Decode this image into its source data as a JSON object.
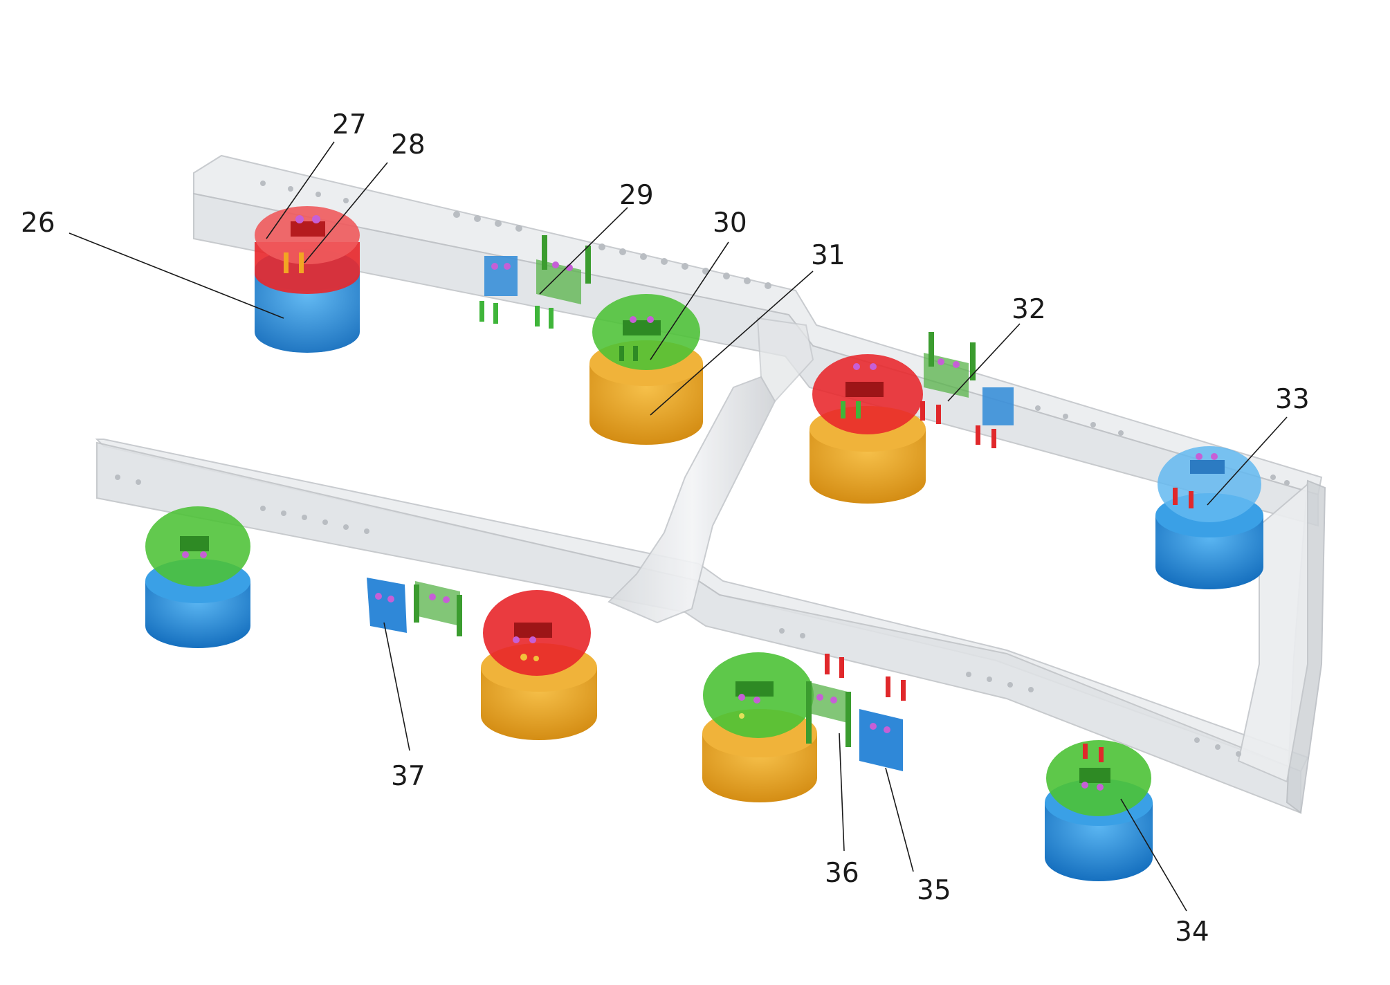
{
  "callouts": [
    {
      "id": "26",
      "label": "26"
    },
    {
      "id": "27",
      "label": "27"
    },
    {
      "id": "28",
      "label": "28"
    },
    {
      "id": "29",
      "label": "29"
    },
    {
      "id": "30",
      "label": "30"
    },
    {
      "id": "31",
      "label": "31"
    },
    {
      "id": "32",
      "label": "32"
    },
    {
      "id": "33",
      "label": "33"
    },
    {
      "id": "34",
      "label": "34"
    },
    {
      "id": "35",
      "label": "35"
    },
    {
      "id": "36",
      "label": "36"
    },
    {
      "id": "37",
      "label": "37"
    }
  ],
  "colors": {
    "red": "#e8262a",
    "green": "#4cc236",
    "blue": "#1f86d6",
    "orange": "#e7a224",
    "magenta": "#c65fd6",
    "frame": "#e4e6e8",
    "leader": "#1a1a1a"
  }
}
